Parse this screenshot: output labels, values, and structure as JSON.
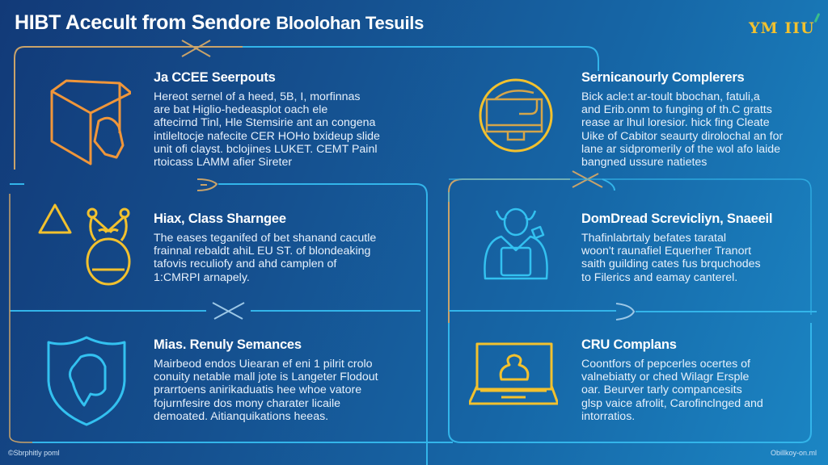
{
  "header": {
    "title_main": "HIBT Acecult from Sendore",
    "title_sub": "Bloolohan Tesuils",
    "logo_text": "YM IIU"
  },
  "icons": {
    "s1": "box-with-hand-icon",
    "s2a": "warning-triangle-icon",
    "s2b": "hooded-figure-icon",
    "s3": "shield-with-head-icon",
    "s4": "computer-monitor-icon",
    "s5": "hacker-at-laptop-icon",
    "s6": "laptop-user-icon"
  },
  "colors": {
    "orange": "#f0963a",
    "yellow": "#f2c12e",
    "cyan": "#33c1f0",
    "frame_tan": "#c9a36a"
  },
  "sections": [
    {
      "title": "Ja CCEE Seerpouts",
      "body": "Hereot sernel of a heed, 5B, I, morfinnas\nare bat Higlio-hedeasplot oach ele\naftecirnd Tinl, Hle Stemsirie ant an congena\nintileltocje nafecite CER HOHo bxideup slide\nunit ofi clayst. bclojines LUKET. CEMT Painl\nrtoicass LAMM afier Sireter"
    },
    {
      "title": "Hiax, Class Sharngee",
      "body": "The eases teganifed of bet shanand cacutle\nfrainnal rebaldt ahiL EU ST. of blondeaking\ntafovis reculiofy and ahd camplen of\n1:CMRPI arnapely."
    },
    {
      "title": "Mias. Renuly Semances",
      "body": "Mairbeod endos Uiearan ef eni 1 pilrit crolo\nconuity netable mall jote is Langeter Flodout\nprarrtoens anirikaduatis hee whoe vatore\nfojurnfesire dos mony charater licaile\ndemoated. Aitianquikations heeas."
    },
    {
      "title": "Sernicanourly Complerers",
      "body": "Bick acle:t ar-toult bbochan, fatuli,a\nand Erib.onm to funging of th.C gratts\nrease ar lhul loresior. hick fing Cleate\nUike of Cabitor seaurty dirolochal an for\nlane ar sidpromerily of the wol afo laide\nbangned ussure natietes"
    },
    {
      "title": "DomDread Screvicliyn, Snaeeil",
      "body": "Thafinlabrtaly befates taratal\nwoon't raunafiel Equerher Tranort\nsaith guilding cates fus brquchodes\nto Filerics and eamay canterel."
    },
    {
      "title": "CRU Complans",
      "body": "Coontfors of pepcerles ocertes of\nvalnebiatty or ched Wilagr Ersple\noar. Beurver tarly compancesits\nglsp vaice afrolit, Carofinclnged and\nintorratios."
    }
  ],
  "footer": {
    "left": "©Sbrphitly poml",
    "right": "Obillkoy-on.ml"
  }
}
